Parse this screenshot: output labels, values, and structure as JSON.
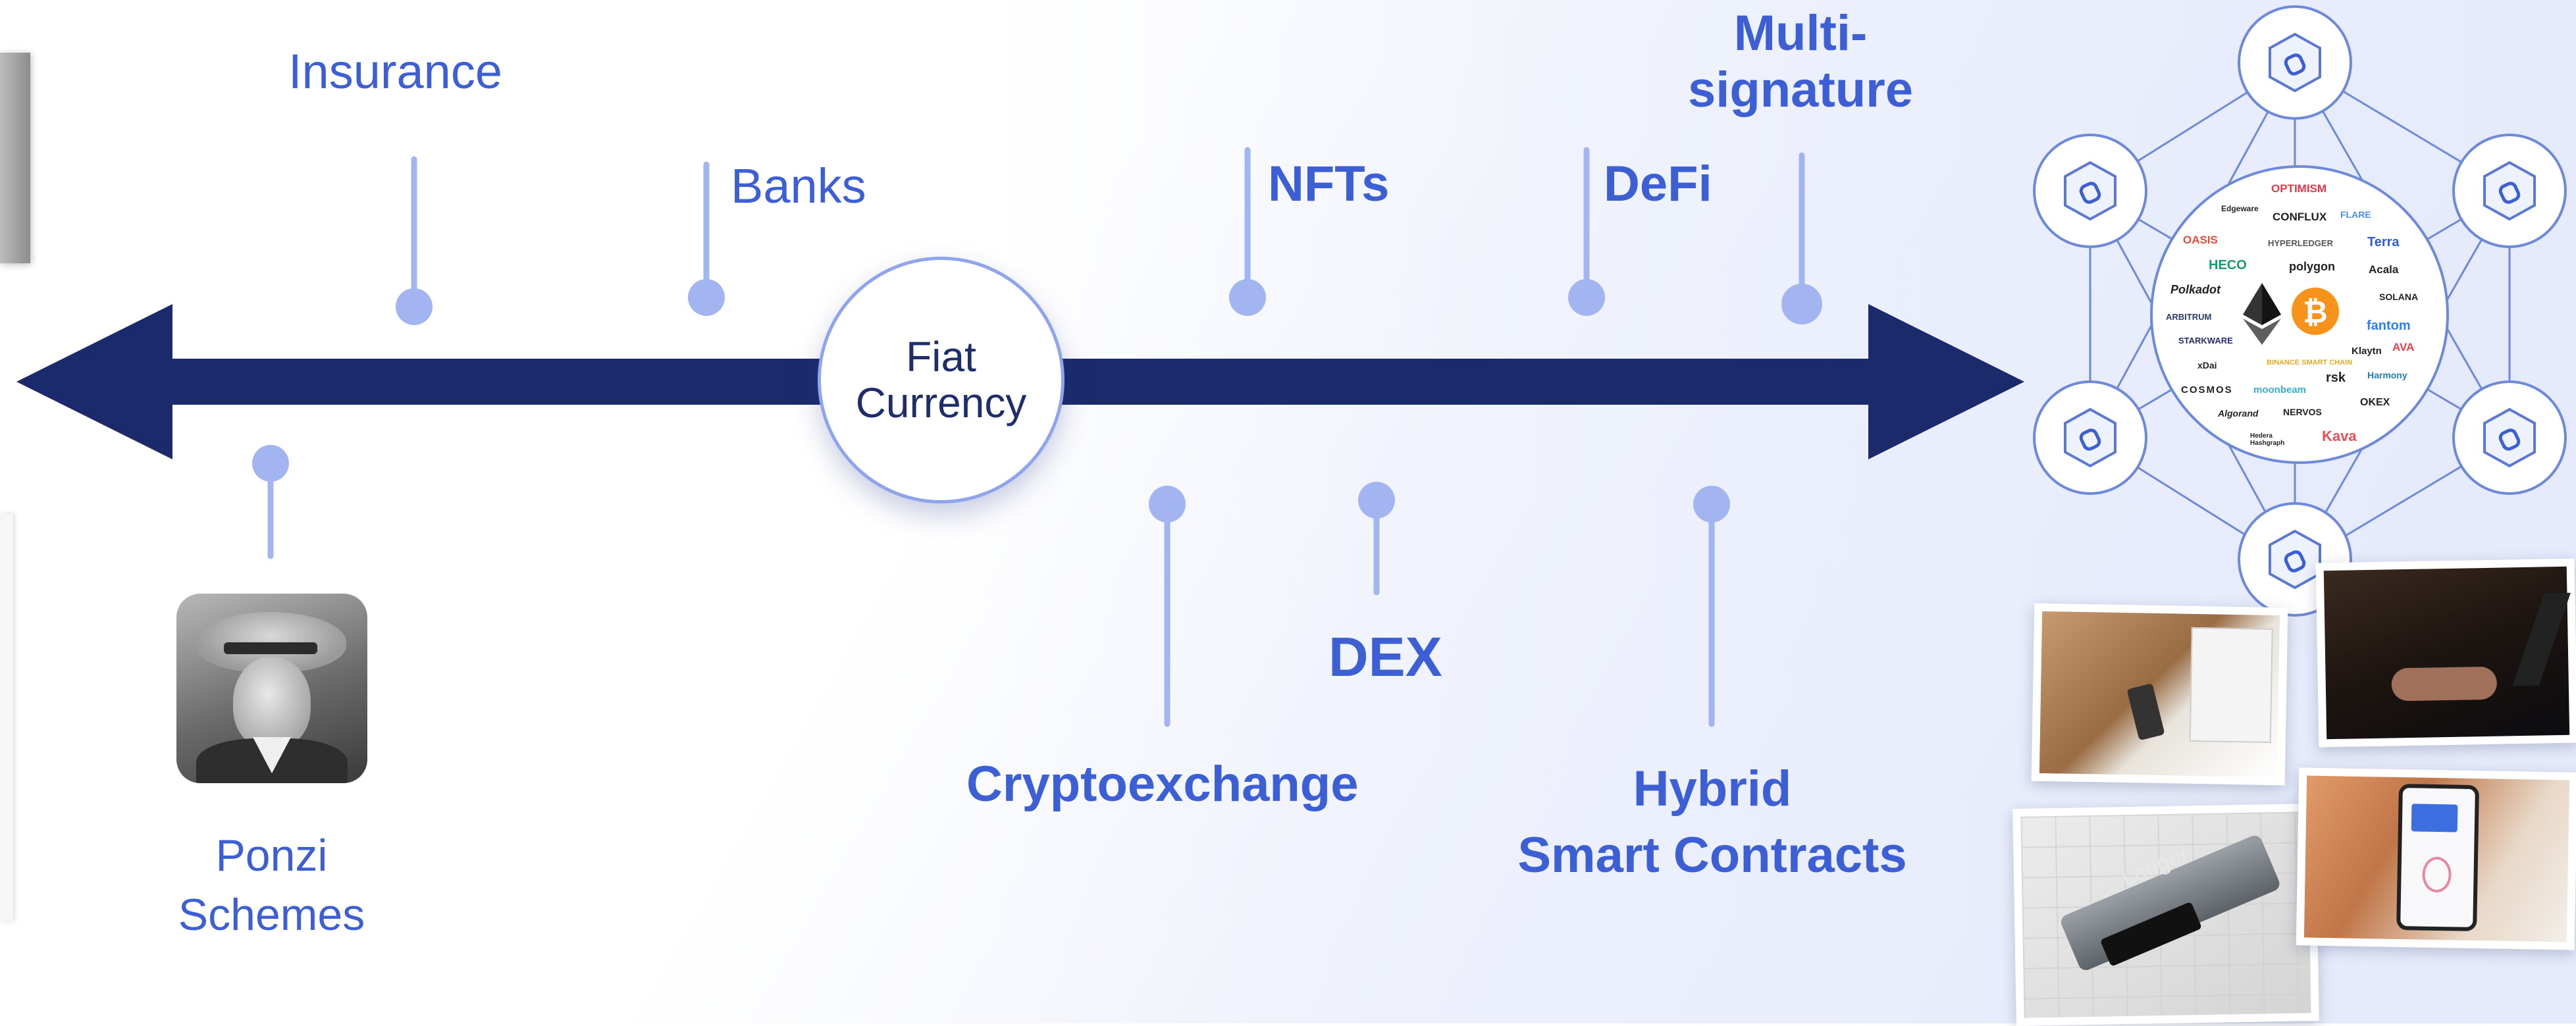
{
  "center_node": {
    "line1": "Fiat",
    "line2": "Currency"
  },
  "labels_above": {
    "insurance": "Insurance",
    "banks": "Banks",
    "nfts": "NFTs",
    "defi": "DeFi",
    "multisig_line1": "Multi-",
    "multisig_line2": "signature"
  },
  "labels_below": {
    "ponzi_line1": "Ponzi",
    "ponzi_line2": "Schemes",
    "cryptoexchange": "Cryptoexchange",
    "dex": "DEX",
    "hybrid_line1": "Hybrid",
    "hybrid_line2": "Smart Contracts"
  },
  "crypto_logos": [
    "OPTIMISM",
    "Edgeware",
    "CONFLUX",
    "FLARE",
    "OASIS",
    "HYPERLEDGER",
    "Terra",
    "HECO",
    "polygon",
    "Acala",
    "Polkadot",
    "SOLANA",
    "ARBITRUM",
    "fantom",
    "STARKWARE",
    "xDai",
    "BINANCE SMART CHAIN",
    "Klaytn",
    "AVA",
    "COSMOS",
    "moonbeam",
    "rsk",
    "Harmony",
    "Algorand",
    "NERVOS",
    "OKEX",
    "Hedera Hashgraph",
    "Kava"
  ],
  "device_brand": "Ledger",
  "colors": {
    "axis": "#1b2a6b",
    "accent": "#3d5fd6",
    "stem": "#a3b5f0",
    "node_ring": "#8ea4ec"
  }
}
